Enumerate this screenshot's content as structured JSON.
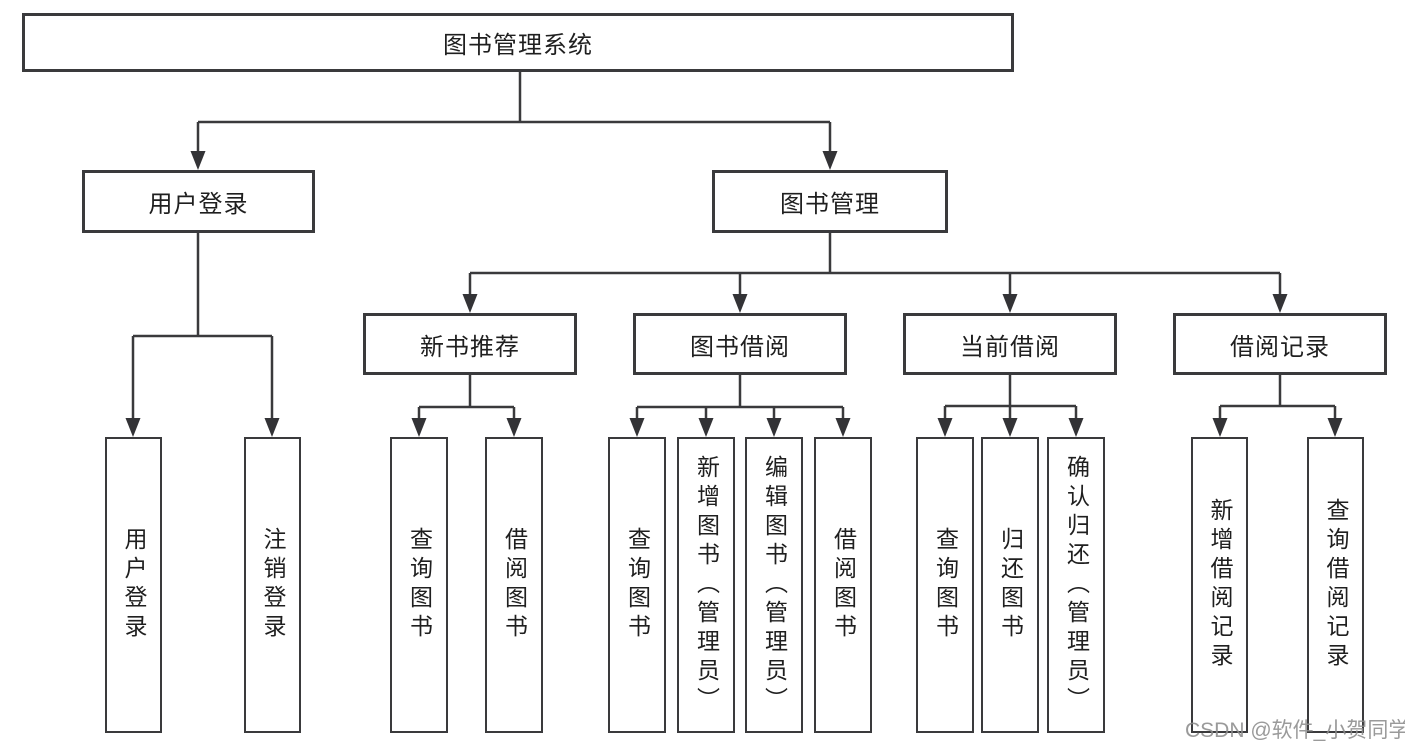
{
  "diagram": {
    "type": "hierarchy-tree",
    "title": "图书管理系统",
    "colors": {
      "background": "#ffffff",
      "line": "#3a3a3c",
      "box_border": "#3a3a3c",
      "text": "#1f1f1f",
      "watermark": "#8c8c8c"
    },
    "nodes": {
      "root": {
        "label": "图书管理系统"
      },
      "user_login": {
        "label": "用户登录"
      },
      "book_management": {
        "label": "图书管理"
      },
      "new_book_recommend": {
        "label": "新书推荐"
      },
      "book_borrow": {
        "label": "图书借阅"
      },
      "current_borrow": {
        "label": "当前借阅"
      },
      "borrow_record": {
        "label": "借阅记录"
      },
      "login": {
        "label": "用户登录"
      },
      "logout": {
        "label": "注销登录"
      },
      "rec_query": {
        "label": "查询图书"
      },
      "rec_borrow": {
        "label": "借阅图书"
      },
      "bb_query": {
        "label": "查询图书"
      },
      "bb_add": {
        "label": "新增图书（管理员）"
      },
      "bb_edit": {
        "label": "编辑图书（管理员）"
      },
      "bb_borrow": {
        "label": "借阅图书"
      },
      "cb_query": {
        "label": "查询图书"
      },
      "cb_return": {
        "label": "归还图书"
      },
      "cb_confirm": {
        "label": "确认归还（管理员）"
      },
      "br_add": {
        "label": "新增借阅记录"
      },
      "br_query": {
        "label": "查询借阅记录"
      }
    },
    "hierarchy": {
      "图书管理系统": {
        "用户登录": [
          "用户登录",
          "注销登录"
        ],
        "图书管理": {
          "新书推荐": [
            "查询图书",
            "借阅图书"
          ],
          "图书借阅": [
            "查询图书",
            "新增图书（管理员）",
            "编辑图书（管理员）",
            "借阅图书"
          ],
          "当前借阅": [
            "查询图书",
            "归还图书",
            "确认归还（管理员）"
          ],
          "借阅记录": [
            "新增借阅记录",
            "查询借阅记录"
          ]
        }
      }
    },
    "watermark": "CSDN @软件_小贺同学"
  }
}
